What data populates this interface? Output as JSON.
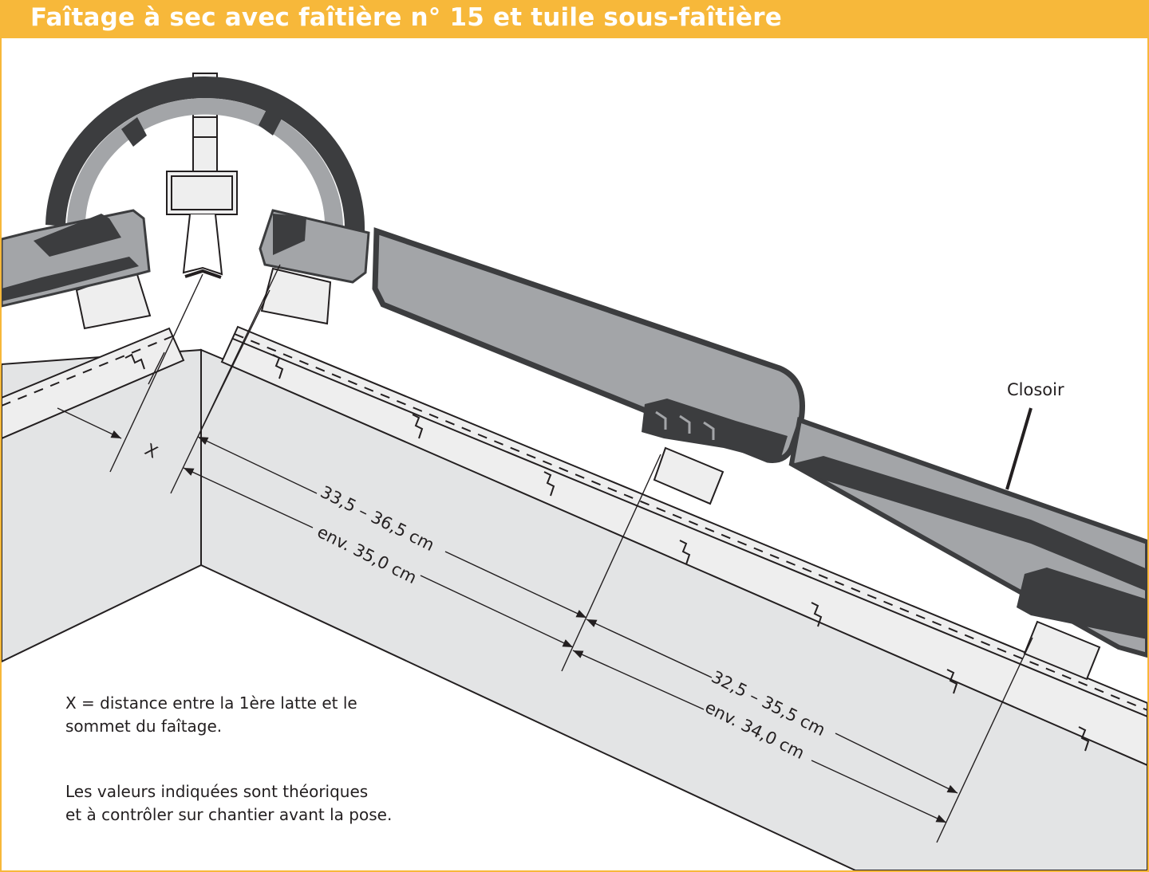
{
  "title": "Faîtage à sec avec faîtière n° 15 et tuile sous-faîtière",
  "labels": {
    "closoir": "Closoir",
    "x_symbol": "X"
  },
  "dimensions": {
    "upper_range": "33,5 – 36,5 cm",
    "upper_approx": "env. 35,0 cm",
    "lower_range": "32,5 – 35,5 cm",
    "lower_approx": "env. 34,0 cm"
  },
  "notes": {
    "x_definition_line1": "X = distance entre la 1ère latte et le",
    "x_definition_line2": "sommet du faîtage.",
    "disclaimer_line1": "Les valeurs indiquées sont théoriques",
    "disclaimer_line2": "et à contrôler sur chantier avant la pose."
  },
  "colors": {
    "header": "#f7b83a",
    "tile_dark": "#3c3d3f",
    "tile_mid": "#a3a5a8",
    "roof_fill": "#e3e4e5",
    "wood_fill": "#eeeeee",
    "line": "#231f20"
  }
}
